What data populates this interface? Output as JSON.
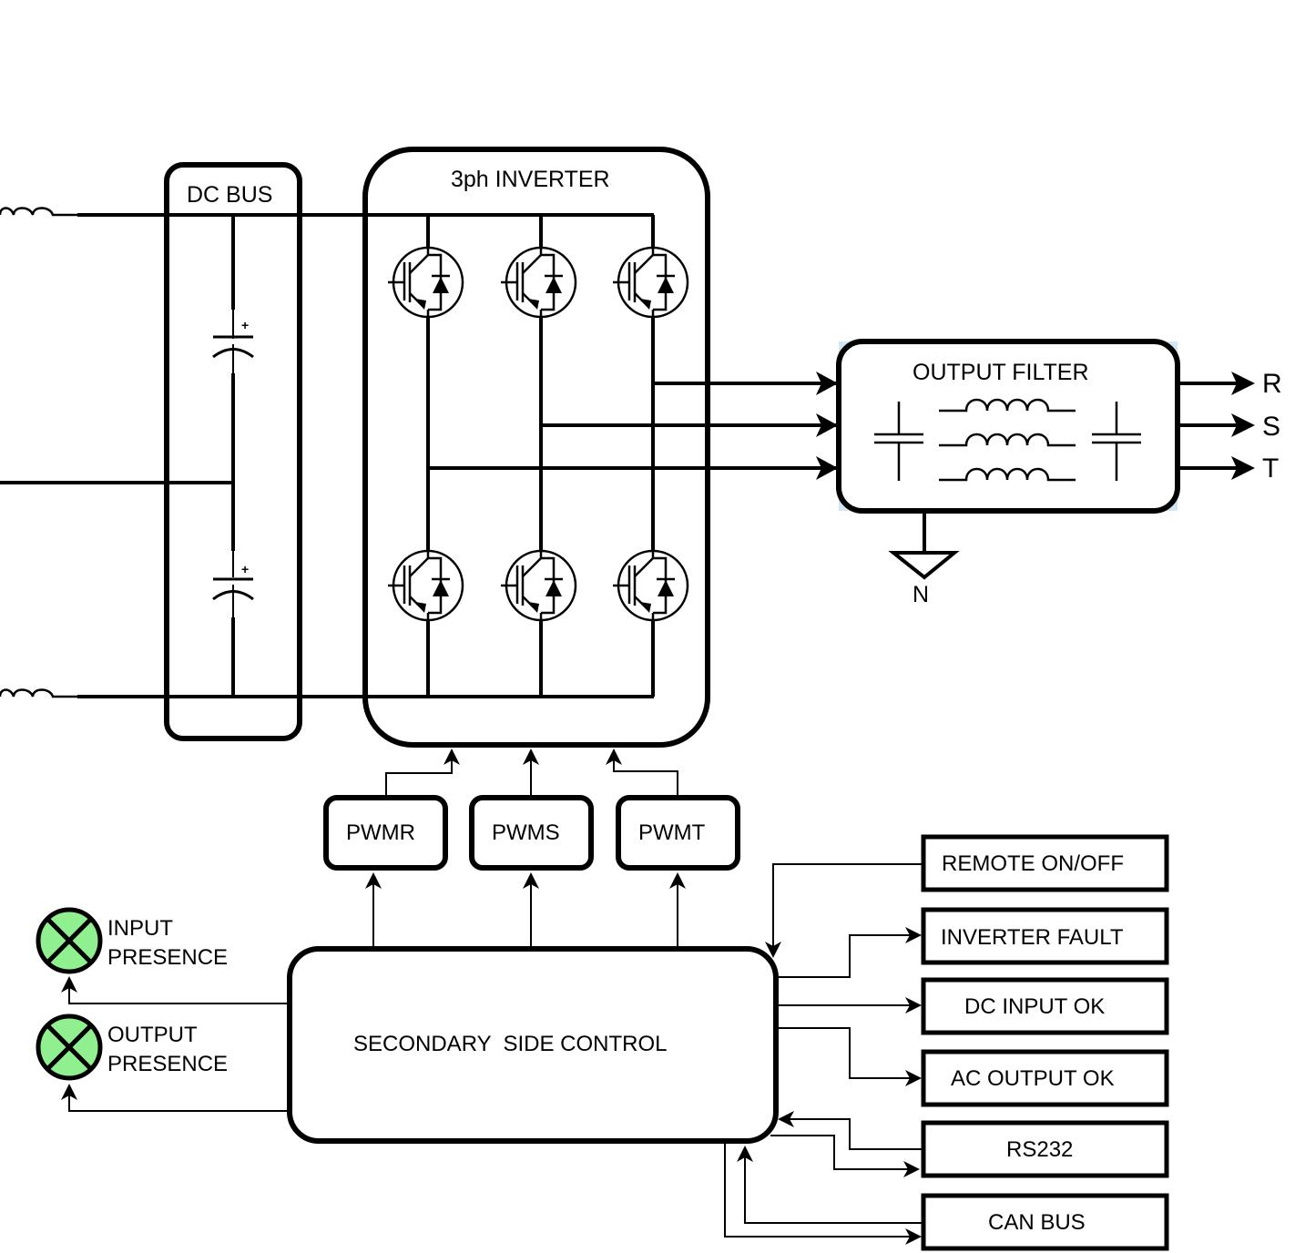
{
  "diagram": {
    "blocks": {
      "dc_bus": "DC BUS",
      "inverter": "3ph INVERTER",
      "output_filter": "OUTPUT FILTER",
      "pwm_r": "PWMR",
      "pwm_s": "PWMS",
      "pwm_t": "PWMT",
      "secondary_control": "SECONDARY  SIDE CONTROL"
    },
    "outputs": {
      "phase_r": "R",
      "phase_s": "S",
      "phase_t": "T",
      "neutral": "N"
    },
    "indicators": [
      {
        "line1": "INPUT",
        "line2": "PRESENCE",
        "color": "#90f090"
      },
      {
        "line1": "OUTPUT",
        "line2": "PRESENCE",
        "color": "#90f090"
      }
    ],
    "signals": [
      {
        "label": "REMOTE ON/OFF",
        "direction": "in"
      },
      {
        "label": "INVERTER FAULT",
        "direction": "out"
      },
      {
        "label": "DC INPUT OK",
        "direction": "out"
      },
      {
        "label": "AC OUTPUT OK",
        "direction": "out"
      },
      {
        "label": "RS232",
        "direction": "bidirectional"
      },
      {
        "label": "CAN BUS",
        "direction": "bidirectional"
      }
    ],
    "capacitor_polarity": "+"
  }
}
